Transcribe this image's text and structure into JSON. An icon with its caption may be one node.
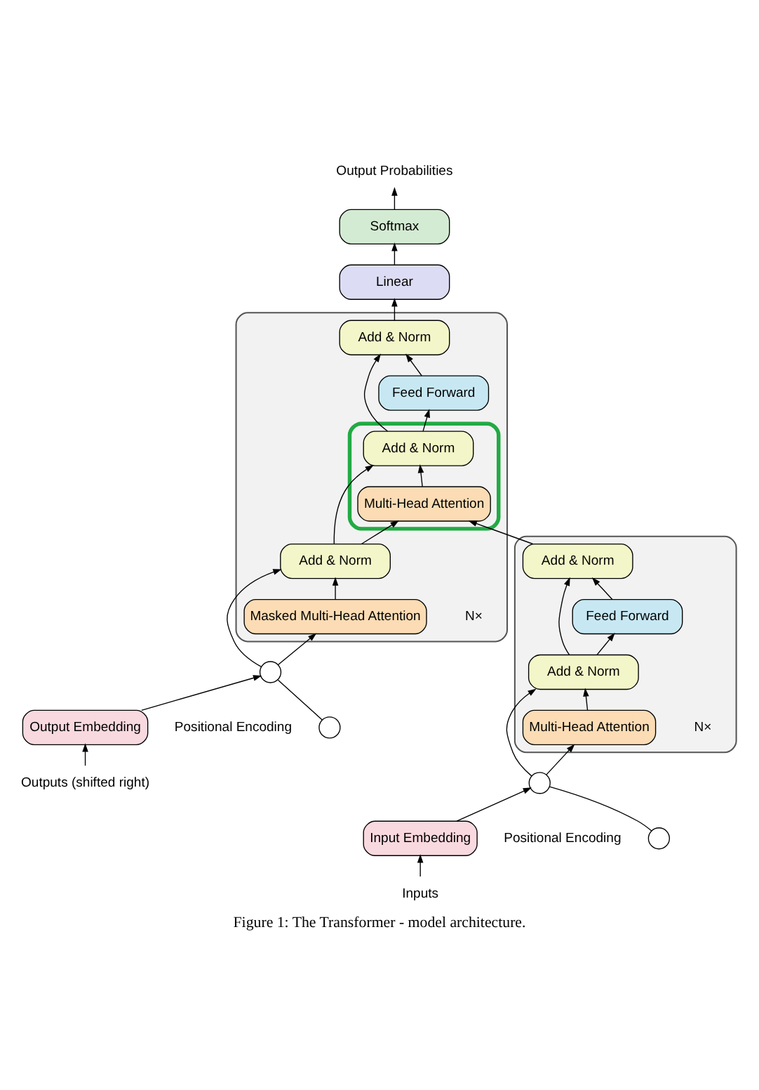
{
  "diagram": {
    "caption": "Figure 1: The Transformer - model architecture.",
    "nodes": [
      {
        "text": [],
        "shape": "box",
        "beside": [
          "N×"
        ]
      },
      {
        "text": [
          "Add & Norm"
        ],
        "in": 0
      },
      {
        "text": [
          "Feed Forward"
        ],
        "in": 0
      },
      {
        "text": [
          "Add & Norm"
        ],
        "in": 0
      },
      {
        "text": [
          "Multi-Head Attention"
        ],
        "in": 0
      },
      {
        "text": [],
        "shape": "box",
        "beside": [
          "N×"
        ]
      },
      {
        "text": [
          "Add & Norm"
        ],
        "in": 5
      },
      {
        "text": [
          "Feed Forward"
        ],
        "in": 5
      },
      {
        "text": [],
        "shape": "box",
        "in": 5
      },
      {
        "text": [
          "Add & Norm"
        ],
        "in": 8
      },
      {
        "text": [
          "Multi-Head Attention"
        ],
        "in": 8
      },
      {
        "text": [
          "Add & Norm"
        ],
        "in": 5
      },
      {
        "text": [
          "Masked Multi-Head Attention"
        ],
        "in": 5
      },
      {
        "text": [
          "Input Embedding"
        ]
      },
      {
        "text": [
          "Output Embedding"
        ]
      },
      {
        "text": [
          "Inputs"
        ]
      },
      {
        "text": [
          "Outputs (shifted right)"
        ]
      },
      {
        "text": [],
        "shape": "circle"
      },
      {
        "text": [],
        "shape": "circle",
        "beside": [
          "Positional Encoding"
        ]
      },
      {
        "text": [],
        "shape": "circle"
      },
      {
        "text": [],
        "shape": "circle",
        "beside": [
          "Positional Encoding"
        ]
      },
      {
        "text": [
          "Linear"
        ]
      },
      {
        "text": [
          "Softmax"
        ]
      },
      {
        "text": [
          "Output Probabilities"
        ]
      }
    ],
    "edges": [
      {
        "from": 15,
        "to": 13,
        "arrow": "to"
      },
      {
        "from": 13,
        "to": 17,
        "arrow": "to"
      },
      {
        "from": 18,
        "to": 17,
        "arrow": "none"
      },
      {
        "from": 17,
        "to": 4,
        "arrow": "to"
      },
      {
        "from": 17,
        "to": 3,
        "arrow": "to"
      },
      {
        "from": 4,
        "to": 3,
        "arrow": "to"
      },
      {
        "from": 3,
        "to": 2,
        "arrow": "to"
      },
      {
        "from": 3,
        "to": 1,
        "arrow": "to"
      },
      {
        "from": 2,
        "to": 1,
        "arrow": "to"
      },
      {
        "from": 1,
        "to": 10,
        "arrow": "to"
      },
      {
        "from": 16,
        "to": 14,
        "arrow": "to"
      },
      {
        "from": 14,
        "to": 19,
        "arrow": "to"
      },
      {
        "from": 20,
        "to": 19,
        "arrow": "none"
      },
      {
        "from": 19,
        "to": 12,
        "arrow": "to"
      },
      {
        "from": 19,
        "to": 11,
        "arrow": "to"
      },
      {
        "from": 12,
        "to": 11,
        "arrow": "to"
      },
      {
        "from": 11,
        "to": 10,
        "arrow": "to"
      },
      {
        "from": 11,
        "to": 9,
        "arrow": "to"
      },
      {
        "from": 10,
        "to": 9,
        "arrow": "to"
      },
      {
        "from": 9,
        "to": 7,
        "arrow": "to"
      },
      {
        "from": 9,
        "to": 6,
        "arrow": "to"
      },
      {
        "from": 7,
        "to": 6,
        "arrow": "to"
      },
      {
        "from": 6,
        "to": 21,
        "arrow": "to"
      },
      {
        "from": 21,
        "to": 22,
        "arrow": "to"
      },
      {
        "from": 22,
        "to": 23,
        "arrow": "to"
      }
    ]
  }
}
